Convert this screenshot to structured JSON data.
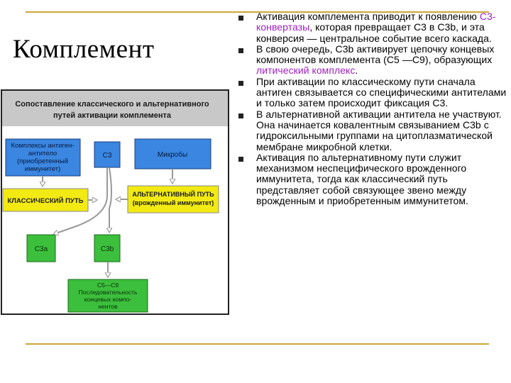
{
  "slide": {
    "title": "Комплемент"
  },
  "diagram": {
    "header_line1": "Сопоставление классического и альтернативного",
    "header_line2": "путей активации комплемента",
    "antigen_complex": [
      "Комплексы антиген-",
      "антитело",
      "(приобретенный",
      "иммунитет)"
    ],
    "c3": "C3",
    "microbes": "Микробы",
    "classical_path": "КЛАССИЧЕСКИЙ ПУТЬ",
    "alt_path": [
      "АЛЬТЕРНАТИВНЫЙ ПУТЬ",
      "(врожденный иммунитет)"
    ],
    "c3a": "C3a",
    "c3b": "C3b",
    "terminal": [
      "C5—C9",
      "Последовательность",
      "концевых компо-",
      "нентов"
    ],
    "colors": {
      "blue_box": "#3a86e0",
      "green_box": "#3cbf3c",
      "yellow_box": "#f2ea12",
      "header_bg": "#c8c8c8"
    }
  },
  "bullets": [
    {
      "before": "Активация комплемента приводит к появлению ",
      "highlight": "С3- конвертазы",
      "after": ", которая превращает С3 в С3b, и эта конверсия — центральное событие всего каскада."
    },
    {
      "before": "В свою очередь, С3b активирует цепочку концевых компонентов комплемента (С5 —С9), образующих ",
      "highlight": "литический комплекс",
      "after": "."
    },
    {
      "before": "При активации по классическому пути сначала антиген связывается со специфическими антителами и только затем происходит фиксация С3.",
      "highlight": "",
      "after": ""
    },
    {
      "before": "В альтернативной активации антитела не участвуют. Она начинается ковалентным связыванием С3b с гидроксильными группами на цитоплазматической мембране микробной клетки.",
      "highlight": "",
      "after": ""
    },
    {
      "before": "Активация по альтернативному пути служит механизмом неспецифического врожденного иммунитета, тогда как классический путь представляет собой связующее звено между врожденным и приобретенным иммунитетом.",
      "highlight": "",
      "after": ""
    }
  ]
}
